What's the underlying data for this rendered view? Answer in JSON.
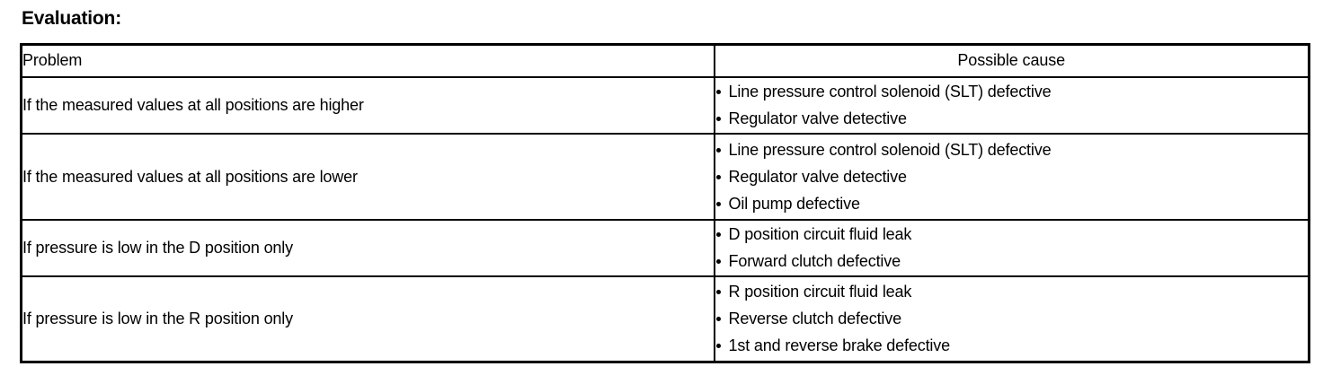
{
  "title": "Evaluation:",
  "table": {
    "columns": [
      "Problem",
      "Possible cause"
    ],
    "rows": [
      {
        "problem": "If the measured values at all positions are higher",
        "causes": [
          "Line pressure control solenoid (SLT) defective",
          "Regulator valve detective"
        ]
      },
      {
        "problem": "If the measured values at all positions are lower",
        "causes": [
          "Line pressure control solenoid (SLT) defective",
          "Regulator valve detective",
          "Oil pump defective"
        ]
      },
      {
        "problem": "If pressure is low in the D position only",
        "causes": [
          "D position circuit fluid leak",
          "Forward clutch defective"
        ]
      },
      {
        "problem": "If pressure is low in the R position only",
        "causes": [
          "R position circuit fluid leak",
          "Reverse clutch defective",
          "1st and reverse brake defective"
        ]
      }
    ]
  }
}
